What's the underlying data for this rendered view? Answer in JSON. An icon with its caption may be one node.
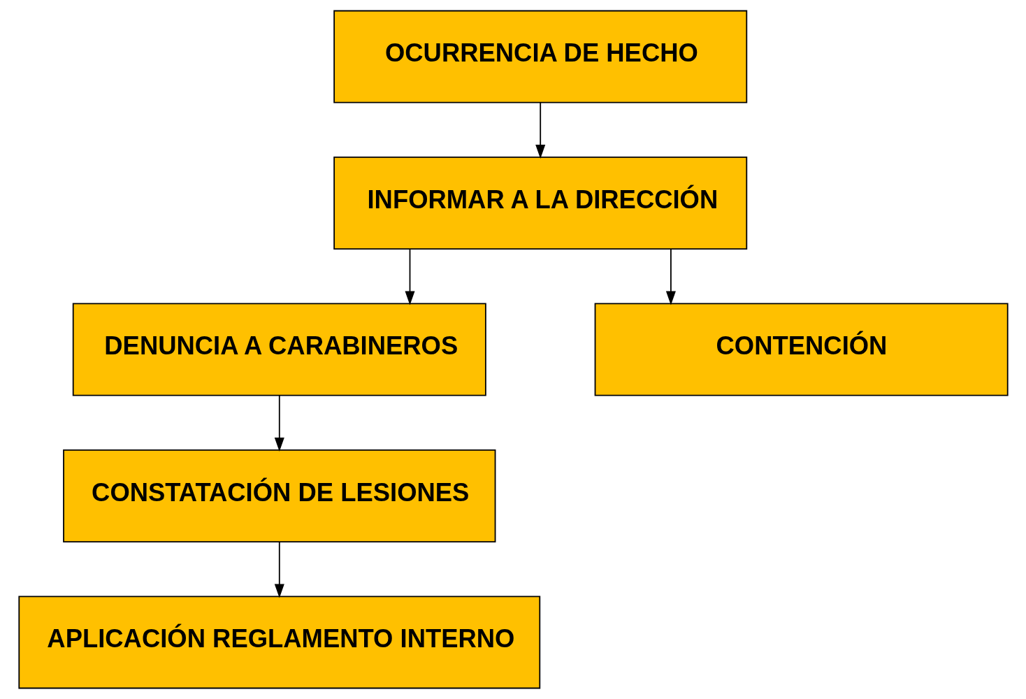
{
  "diagram": {
    "nodes": [
      {
        "text": [
          "OCURRENCIA DE HECHO"
        ]
      },
      {
        "text": [
          "INFORMAR A LA DIRECCIÓN"
        ]
      },
      {
        "text": [
          "DENUNCIA A CARABINEROS"
        ]
      },
      {
        "text": [
          "CONTENCIÓN"
        ]
      },
      {
        "text": [
          "CONSTATACIÓN DE LESIONES"
        ]
      },
      {
        "text": [
          "APLICACIÓN REGLAMENTO INTERNO"
        ]
      }
    ],
    "edges": [
      {
        "from": 0,
        "to": 1,
        "arrow": "to"
      },
      {
        "from": 1,
        "to": 2,
        "arrow": "to"
      },
      {
        "from": 1,
        "to": 3,
        "arrow": "to"
      },
      {
        "from": 2,
        "to": 4,
        "arrow": "to"
      },
      {
        "from": 4,
        "to": 5,
        "arrow": "to"
      }
    ]
  }
}
